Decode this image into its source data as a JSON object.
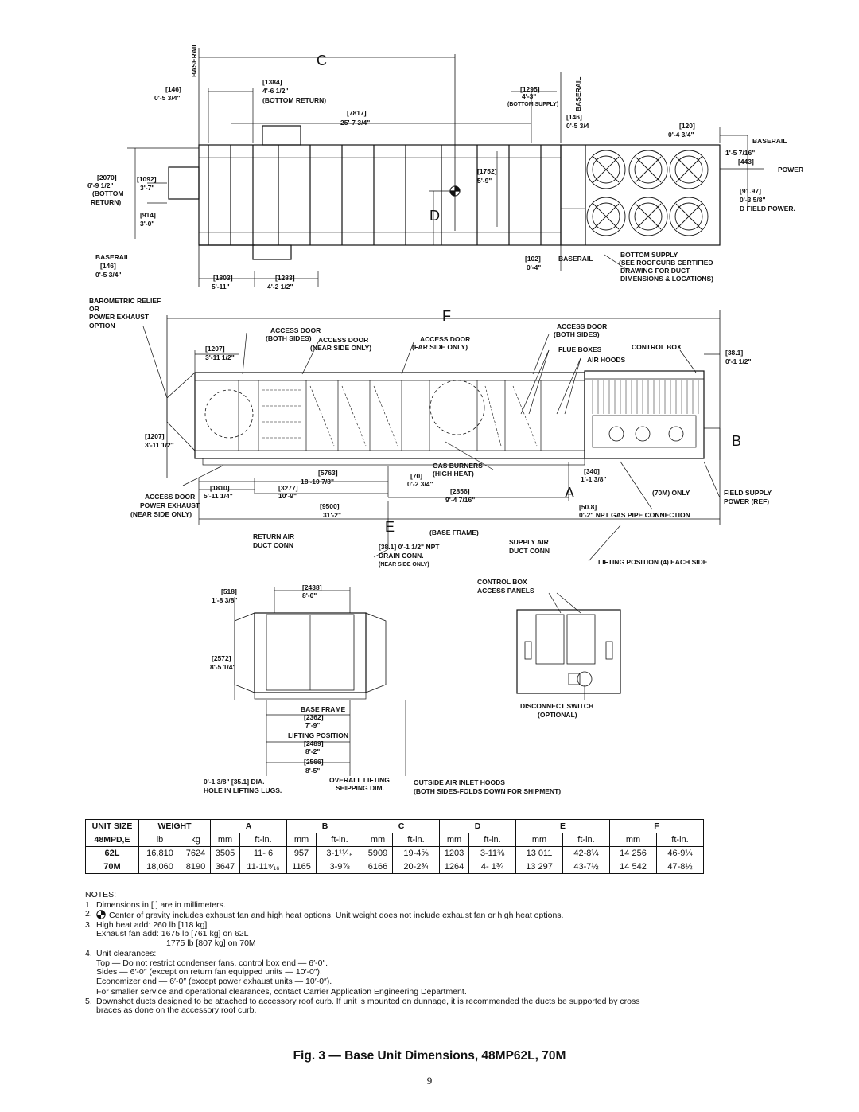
{
  "drawing": {
    "labels": {
      "c_big": "C",
      "d_big": "D",
      "f_big": "F",
      "e_big": "E",
      "a_big": "A",
      "b_big": "B",
      "baserail_top_left": "BASERAIL",
      "baserail_top_right": "BASERAIL",
      "t146_a": "[146]",
      "t146_b": "0'-5 3/4\"",
      "t1384_a": "[1384]",
      "t1384_b": "4'-6 1/2\"",
      "t1384_c": "(BOTTOM RETURN)",
      "t1295_a": "[1295]",
      "t1295_b": "4'-3\"",
      "t1295_c": "(BOTTOM SUPPLY)",
      "t7817_a": "[7817]",
      "t7817_b": "25'-7 3/4\"",
      "t146r_a": "[146]",
      "t146r_b": "0'-5 3/4",
      "t120_a": "[120]",
      "t120_b": "0'-4 3/4\"",
      "baserail_r": "BASERAIL",
      "t443_a": "1'-5 7/16\"",
      "t443_b": "[443]",
      "power": "POWER",
      "t91_a": "[91.97]",
      "t91_b": "0'-3 5/8\"",
      "t91_c": "D FIELD POWER.",
      "t2070_a": "[2070]",
      "t2070_b": "6'-9 1/2\"",
      "t2070_c": "(BOTTOM",
      "t2070_d": "RETURN)",
      "t1092_a": "[1092]",
      "t1092_b": "3'-7\"",
      "t914_a": "[914]",
      "t914_b": "3'-0\"",
      "t1752_a": "[1752]",
      "t1752_b": "5'-9\"",
      "baserail_bl": "BASERAIL",
      "t146bl_a": "[146]",
      "t146bl_b": "0'-5 3/4\"",
      "t1803_a": "[1803]",
      "t1803_b": "5'-11\"",
      "t1283_a": "[1283]",
      "t1283_b": "4'-2 1/2\"",
      "t102_a": "[102]",
      "t102_b": "0'-4\"",
      "baserail_bm": "BASERAIL",
      "bottom_supply_a": "BOTTOM SUPPLY",
      "bottom_supply_b": "(SEE ROOFCURB CERTIFIED",
      "bottom_supply_c": "DRAWING FOR DUCT",
      "bottom_supply_d": "DIMENSIONS & LOCATIONS)",
      "baro_a": "BAROMETRIC RELIEF",
      "baro_b": "OR",
      "baro_c": "POWER EXHAUST",
      "baro_d": "OPTION",
      "ad_both_a": "ACCESS DOOR",
      "ad_both_b": "(BOTH SIDES)",
      "ad_near_a": "ACCESS DOOR",
      "ad_near_b": "(NEAR SIDE ONLY)",
      "ad_far_a": "ACCESS DOOR",
      "ad_far_b": "(FAR SIDE ONLY)",
      "ad_both2_a": "ACCESS DOOR",
      "ad_both2_b": "(BOTH SIDES)",
      "flue": "FLUE BOXES",
      "control_box": "CONTROL BOX",
      "air_hoods": "AIR HOODS",
      "t1207_a": "[1207]",
      "t1207_b": "3'-11 1/2\"",
      "t38_a": "[38.1]",
      "t38_b": "0'-1 1/2\"",
      "t1207b_a": "[1207]",
      "t1207b_b": "3'-11 1/2\"",
      "t5763_a": "[5763]",
      "t5763_b": "18'-10 7/8\"",
      "gas_a": "GAS BURNERS",
      "gas_b": "(HIGH HEAT)",
      "t340_a": "[340]",
      "t340_b": "1'-1 3/8\"",
      "t70_a": "[70]",
      "t70_b": "0'-2 3/4\"",
      "t1810_a": "[1810]",
      "t1810_b": "5'-11 1/4\"",
      "t3277_a": "[3277]",
      "t3277_b": "10'-9\"",
      "t2856_a": "[2856]",
      "t2856_b": "9'-4 7/16\"",
      "only70m": "(70M) ONLY",
      "field_supply_a": "FIELD SUPPLY",
      "field_supply_b": "POWER (REF)",
      "ad_pe_a": "ACCESS DOOR",
      "ad_pe_b": "POWER EXHAUST",
      "ad_pe_c": "(NEAR SIDE ONLY)",
      "t9500_a": "[9500]",
      "t9500_b": "31'-2\"",
      "t508_a": "[50.8]",
      "t508_b": "0'-2\" NPT GAS PIPE CONNECTION",
      "return_a": "RETURN AIR",
      "return_b": "DUCT CONN",
      "base_frame": "(BASE FRAME)",
      "drain_a": "[38.1] 0'-1 1/2\" NPT",
      "drain_b": "DRAIN CONN.",
      "drain_c": "(NEAR SIDE ONLY)",
      "supply_a": "SUPPLY AIR",
      "supply_b": "DUCT CONN",
      "lifting_pos": "LIFTING POSITION (4) EACH SIDE",
      "t518_a": "[518]",
      "t518_b": "1'-8 3/8\"",
      "t2438_a": "[2438]",
      "t2438_b": "8'-0\"",
      "t2572_a": "[2572]",
      "t2572_b": "8'-5 1/4\"",
      "bf_a": "BASE FRAME",
      "bf_b": "[2362]",
      "bf_c": "7'-9\"",
      "lp_a": "LIFTING POSITION",
      "lp_b": "[2489]",
      "lp_c": "8'-2\"",
      "t2566_a": "[2566]",
      "t2566_b": "8'-5\"",
      "overall_a": "OVERALL LIFTING",
      "overall_b": "SHIPPING DIM.",
      "hole_a": "0'-1 3/8\" [35.1] DIA.",
      "hole_b": "HOLE IN LIFTING LUGS.",
      "outside_a": "OUTSIDE AIR INLET HOODS",
      "outside_b": "(BOTH SIDES-FOLDS DOWN FOR SHIPMENT)",
      "cb_a": "CONTROL BOX",
      "cb_b": "ACCESS PANELS",
      "disc_a": "DISCONNECT SWITCH",
      "disc_b": "(OPTIONAL)"
    }
  },
  "table": {
    "h_unit_size": "UNIT SIZE",
    "h_model": "48MPD,E",
    "h_weight": "WEIGHT",
    "h_a": "A",
    "h_b": "B",
    "h_c": "C",
    "h_d": "D",
    "h_e": "E",
    "h_f": "F",
    "u_lb": "lb",
    "u_kg": "kg",
    "u_mm": "mm",
    "u_ftin": "ft-in.",
    "rows": [
      {
        "unit": "62L",
        "lb": "16,810",
        "kg": "7624",
        "a_mm": "3505",
        "a_ft": "11- 6",
        "b_mm": "957",
        "b_ft": "3-1¹¹⁄₁₆",
        "c_mm": "5909",
        "c_ft": "19-4⅝",
        "d_mm": "1203",
        "d_ft": "3-11⅜",
        "e_mm": "13 011",
        "e_ft": "42-8¼",
        "f_mm": "14 256",
        "f_ft": "46-9¼"
      },
      {
        "unit": "70M",
        "lb": "18,060",
        "kg": "8190",
        "a_mm": "3647",
        "a_ft": "11-11⁹⁄₁₆",
        "b_mm": "1165",
        "b_ft": "3-9⅞",
        "c_mm": "6166",
        "c_ft": "20-2¾",
        "d_mm": "1264",
        "d_ft": "4- 1¾",
        "e_mm": "13 297",
        "e_ft": "43-7½",
        "f_mm": "14 542",
        "f_ft": "47-8½"
      }
    ]
  },
  "notes": {
    "header": "NOTES:",
    "n1_num": "1.",
    "n1": "Dimensions in [   ] are in millimeters.",
    "n2_num": "2.",
    "n2": "Center of gravity includes exhaust fan and high heat options. Unit weight does not include exhaust fan or high heat options.",
    "n3_num": "3.",
    "n3": "High heat add:  260 lb [118 kg]",
    "n3b": "Exhaust fan add:  1675 lb [761 kg] on 62L",
    "n3c": "1775 lb [807 kg] on 70M",
    "n4_num": "4.",
    "n4": "Unit clearances:",
    "n4a": "Top — Do not restrict condenser fans, control box end — 6′-0″.",
    "n4b": "Sides — 6′-0″ (except on return fan equipped units — 10′-0″).",
    "n4c": "Economizer end — 6′-0″ (except power exhaust units — 10′-0″).",
    "n4d": "For smaller service and operational clearances, contact Carrier Application Engineering Department.",
    "n5_num": "5.",
    "n5": "Downshot ducts designed to be attached to accessory roof curb. If unit is mounted on dunnage, it is recommended the ducts be supported by cross braces as done on the accessory roof curb."
  },
  "caption": "Fig. 3 — Base Unit Dimensions, 48MP62L, 70M",
  "page_number": "9"
}
